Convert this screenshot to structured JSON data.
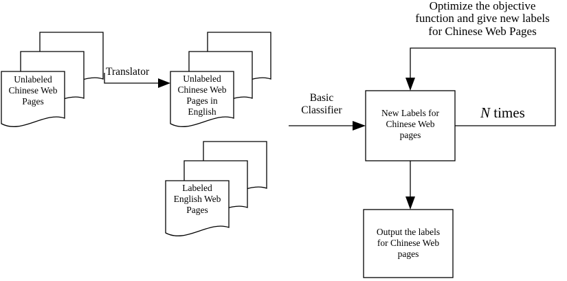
{
  "diagram": {
    "nodes": {
      "unlabeled_chinese": {
        "lines": [
          "Unlabeled",
          "Chinese Web",
          "Pages"
        ]
      },
      "unlabeled_english": {
        "lines": [
          "Unlabeled",
          "Chinese Web",
          "Pages in",
          "English"
        ]
      },
      "labeled_english": {
        "lines": [
          "Labeled",
          "English Web",
          "Pages"
        ]
      },
      "new_labels": {
        "lines": [
          "New Labels for",
          "Chinese Web",
          "pages"
        ]
      },
      "output": {
        "lines": [
          "Output the labels",
          "for Chinese Web",
          "pages"
        ]
      }
    },
    "edges": {
      "translator": {
        "label": "Translator"
      },
      "basic_classifier": {
        "lines": [
          "Basic",
          "Classifier"
        ]
      },
      "optimize": {
        "lines": [
          "Optimize the objective",
          "function and give new labels",
          "for Chinese Web Pages"
        ]
      },
      "n_times": {
        "variable": "N",
        "text": "times"
      }
    }
  }
}
